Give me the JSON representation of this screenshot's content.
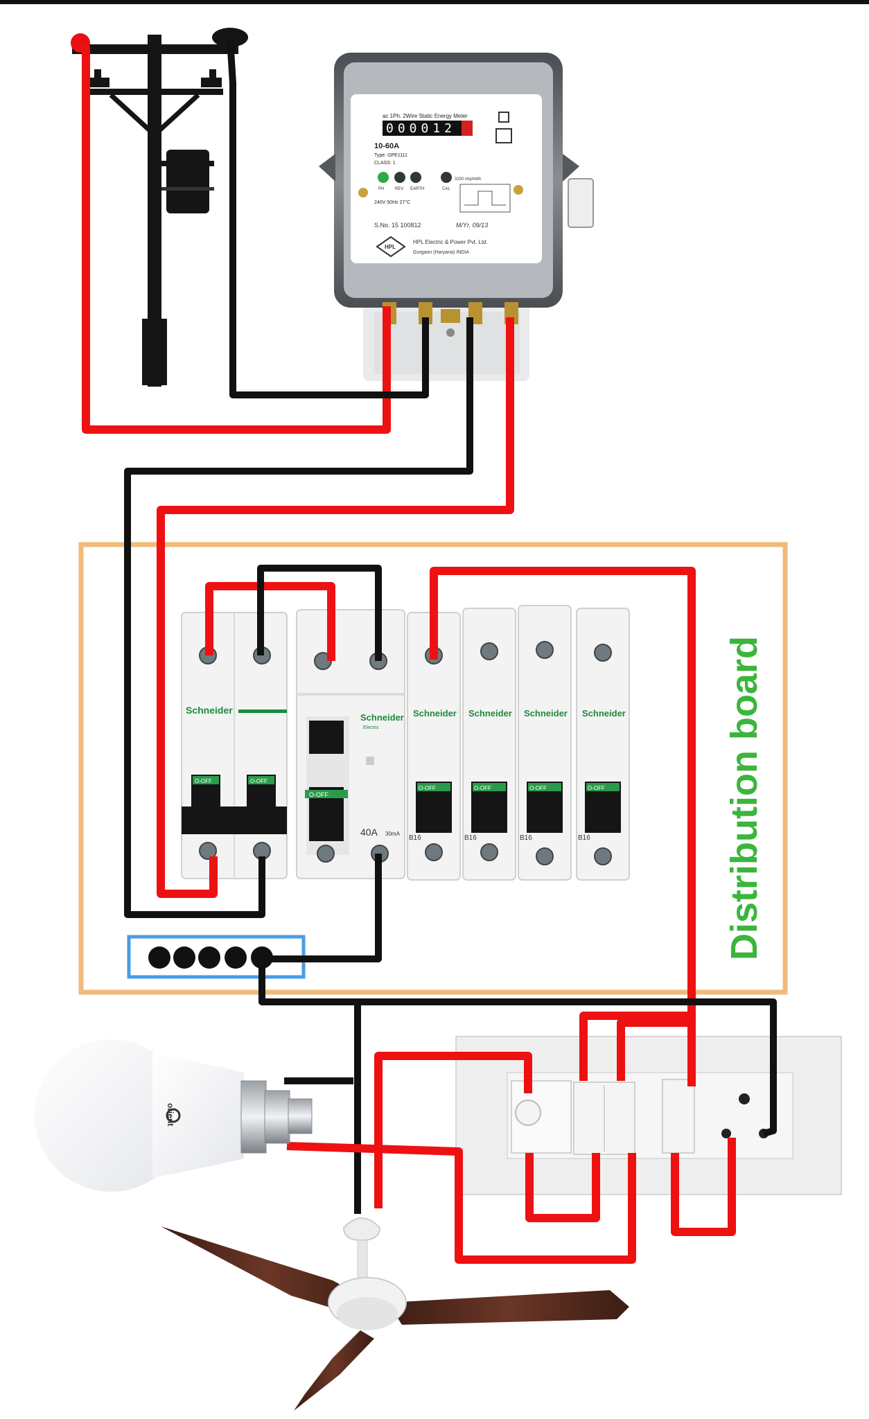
{
  "colors": {
    "phase_wire": "#ee1111",
    "neutral_wire": "#111111",
    "board_border": "#f0bb7a",
    "neutral_link_border": "#4a9ce8",
    "board_label": "#3cb53c",
    "breaker_brand": "#1d8a3c"
  },
  "distribution_board": {
    "label": "Distribution board"
  },
  "energy_meter": {
    "header": "ac 1Ph. 2Wire Static Energy Meter",
    "reading": "000012",
    "rating": "10-60A",
    "type": "Type: GPE1111",
    "class": "CLASS: 1",
    "indicators": [
      "PH",
      "REV",
      "EARTH",
      "CAL"
    ],
    "imp": "3200 imp/kWh",
    "voltage": "240V 50Hz 27°C",
    "serial": "S.No. 15 100812",
    "manufacture": "M/Yr. 09/13",
    "maker": "HPL Electric & Power Pvt. Ltd.",
    "address": "Gurgaon (Haryana) INDIA",
    "logo_text": "HPL"
  },
  "breakers": {
    "brand": "Schneider",
    "brand_sub": "Electric",
    "main": {
      "toggle": "O-OFF",
      "toggle2": "O-OFF"
    },
    "rccb": {
      "toggle": "O-OFF",
      "rating": "40A",
      "sensitivity": "30mA"
    },
    "mcbs": [
      {
        "toggle": "O-OFF",
        "rating": "B16"
      },
      {
        "toggle": "O-OFF",
        "rating": "B16"
      },
      {
        "toggle": "O-OFF",
        "rating": "B16"
      },
      {
        "toggle": "O-OFF",
        "rating": "B16"
      }
    ]
  },
  "bulb": {
    "brand": "orient"
  },
  "icons": [
    "utility-pole-icon",
    "energy-meter-icon",
    "circuit-breaker-icon",
    "light-bulb-icon",
    "switch-board-icon",
    "ceiling-fan-icon"
  ]
}
